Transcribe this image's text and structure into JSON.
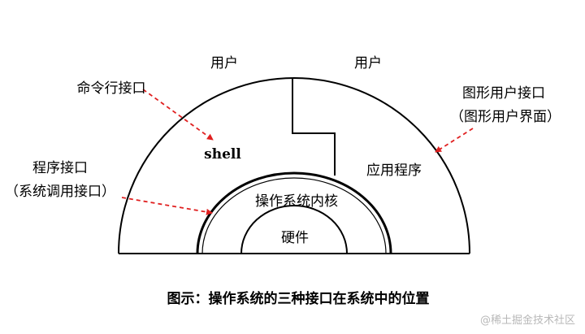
{
  "labels": {
    "user_left": "用户",
    "user_right": "用户",
    "cmd_interface": "命令行接口",
    "gui_interface": "图形用户接口",
    "gui_interface_paren": "（图形用户界面）",
    "program_interface": "程序接口",
    "program_interface_paren": "（系统调用接口）",
    "shell": "shell",
    "application": "应用程序",
    "kernel": "操作系统内核",
    "hardware": "硬件"
  },
  "caption": "图示：操作系统的三种接口在系统中的位置",
  "watermark": "@稀土掘金技术社区",
  "colors": {
    "line": "#000000",
    "arrow": "#e02020",
    "watermark": "#b8b8b8"
  }
}
